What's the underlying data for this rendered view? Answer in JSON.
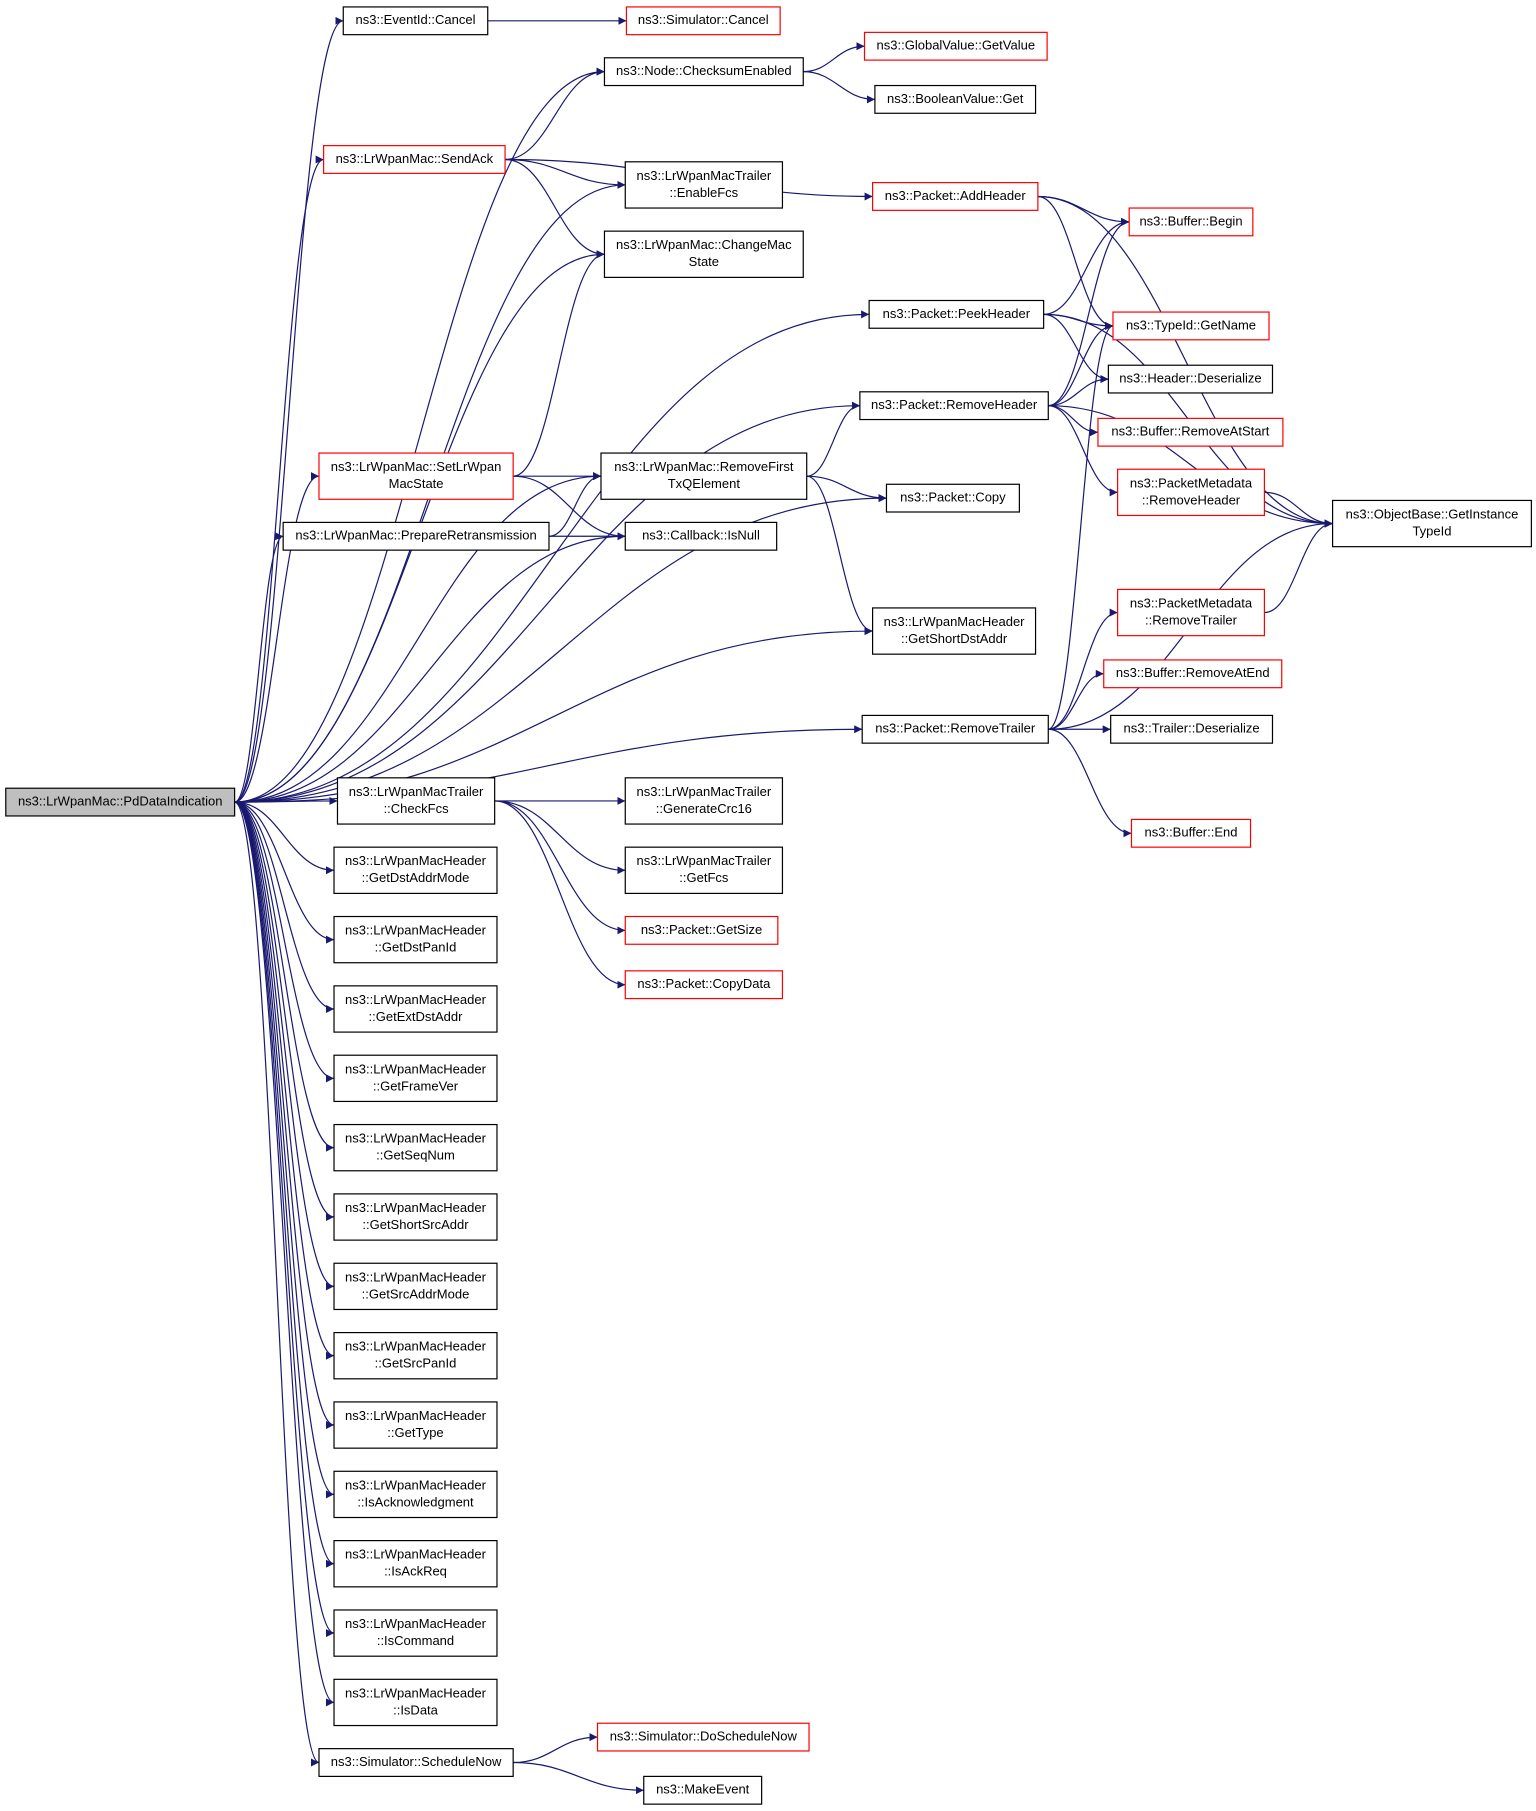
{
  "graph": {
    "nodes": [
      {
        "id": "root",
        "lines": [
          "ns3::LrWpanMac::PdDataIndication"
        ],
        "style": "root"
      },
      {
        "id": "eventid_cancel",
        "lines": [
          "ns3::EventId::Cancel"
        ],
        "style": "black"
      },
      {
        "id": "sim_cancel",
        "lines": [
          "ns3::Simulator::Cancel"
        ],
        "style": "red"
      },
      {
        "id": "node_checksum",
        "lines": [
          "ns3::Node::ChecksumEnabled"
        ],
        "style": "black"
      },
      {
        "id": "global_getvalue",
        "lines": [
          "ns3::GlobalValue::GetValue"
        ],
        "style": "red"
      },
      {
        "id": "bool_get",
        "lines": [
          "ns3::BooleanValue::Get"
        ],
        "style": "black"
      },
      {
        "id": "sendack",
        "lines": [
          "ns3::LrWpanMac::SendAck"
        ],
        "style": "red"
      },
      {
        "id": "enablefcs",
        "lines": [
          "ns3::LrWpanMacTrailer",
          "::EnableFcs"
        ],
        "style": "black"
      },
      {
        "id": "addheader",
        "lines": [
          "ns3::Packet::AddHeader"
        ],
        "style": "red"
      },
      {
        "id": "changemac",
        "lines": [
          "ns3::LrWpanMac::ChangeMac",
          "State"
        ],
        "style": "black"
      },
      {
        "id": "buf_begin",
        "lines": [
          "ns3::Buffer::Begin"
        ],
        "style": "red"
      },
      {
        "id": "peekheader",
        "lines": [
          "ns3::Packet::PeekHeader"
        ],
        "style": "black"
      },
      {
        "id": "typeid_getname",
        "lines": [
          "ns3::TypeId::GetName"
        ],
        "style": "red"
      },
      {
        "id": "header_deser",
        "lines": [
          "ns3::Header::Deserialize"
        ],
        "style": "black"
      },
      {
        "id": "removeheader",
        "lines": [
          "ns3::Packet::RemoveHeader"
        ],
        "style": "black"
      },
      {
        "id": "buf_removeatstart",
        "lines": [
          "ns3::Buffer::RemoveAtStart"
        ],
        "style": "red"
      },
      {
        "id": "setlrwpan",
        "lines": [
          "ns3::LrWpanMac::SetLrWpan",
          "MacState"
        ],
        "style": "red"
      },
      {
        "id": "removefirst",
        "lines": [
          "ns3::LrWpanMac::RemoveFirst",
          "TxQElement"
        ],
        "style": "black"
      },
      {
        "id": "pm_removeheader",
        "lines": [
          "ns3::PacketMetadata",
          "::RemoveHeader"
        ],
        "style": "red"
      },
      {
        "id": "objbase",
        "lines": [
          "ns3::ObjectBase::GetInstance",
          "TypeId"
        ],
        "style": "black"
      },
      {
        "id": "packet_copy",
        "lines": [
          "ns3::Packet::Copy"
        ],
        "style": "black"
      },
      {
        "id": "prepareretx",
        "lines": [
          "ns3::LrWpanMac::PrepareRetransmission"
        ],
        "style": "black"
      },
      {
        "id": "cb_isnull",
        "lines": [
          "ns3::Callback::IsNull"
        ],
        "style": "black"
      },
      {
        "id": "pm_removetrailer",
        "lines": [
          "ns3::PacketMetadata",
          "::RemoveTrailer"
        ],
        "style": "red"
      },
      {
        "id": "getshortdst",
        "lines": [
          "ns3::LrWpanMacHeader",
          "::GetShortDstAddr"
        ],
        "style": "black"
      },
      {
        "id": "buf_removeatend",
        "lines": [
          "ns3::Buffer::RemoveAtEnd"
        ],
        "style": "red"
      },
      {
        "id": "removetrailer",
        "lines": [
          "ns3::Packet::RemoveTrailer"
        ],
        "style": "black"
      },
      {
        "id": "trailer_deser",
        "lines": [
          "ns3::Trailer::Deserialize"
        ],
        "style": "black"
      },
      {
        "id": "checkfcs",
        "lines": [
          "ns3::LrWpanMacTrailer",
          "::CheckFcs"
        ],
        "style": "black"
      },
      {
        "id": "gencrc",
        "lines": [
          "ns3::LrWpanMacTrailer",
          "::GenerateCrc16"
        ],
        "style": "black"
      },
      {
        "id": "buf_end",
        "lines": [
          "ns3::Buffer::End"
        ],
        "style": "red"
      },
      {
        "id": "getfcs",
        "lines": [
          "ns3::LrWpanMacTrailer",
          "::GetFcs"
        ],
        "style": "black"
      },
      {
        "id": "getdstaddrmode",
        "lines": [
          "ns3::LrWpanMacHeader",
          "::GetDstAddrMode"
        ],
        "style": "black"
      },
      {
        "id": "packet_getsize",
        "lines": [
          "ns3::Packet::GetSize"
        ],
        "style": "red"
      },
      {
        "id": "getdstpanid",
        "lines": [
          "ns3::LrWpanMacHeader",
          "::GetDstPanId"
        ],
        "style": "black"
      },
      {
        "id": "packet_copydata",
        "lines": [
          "ns3::Packet::CopyData"
        ],
        "style": "red"
      },
      {
        "id": "getextdst",
        "lines": [
          "ns3::LrWpanMacHeader",
          "::GetExtDstAddr"
        ],
        "style": "black"
      },
      {
        "id": "getframever",
        "lines": [
          "ns3::LrWpanMacHeader",
          "::GetFrameVer"
        ],
        "style": "black"
      },
      {
        "id": "getseqnum",
        "lines": [
          "ns3::LrWpanMacHeader",
          "::GetSeqNum"
        ],
        "style": "black"
      },
      {
        "id": "getshortsrc",
        "lines": [
          "ns3::LrWpanMacHeader",
          "::GetShortSrcAddr"
        ],
        "style": "black"
      },
      {
        "id": "getsrcaddrmode",
        "lines": [
          "ns3::LrWpanMacHeader",
          "::GetSrcAddrMode"
        ],
        "style": "black"
      },
      {
        "id": "getsrcpanid",
        "lines": [
          "ns3::LrWpanMacHeader",
          "::GetSrcPanId"
        ],
        "style": "black"
      },
      {
        "id": "gettype",
        "lines": [
          "ns3::LrWpanMacHeader",
          "::GetType"
        ],
        "style": "black"
      },
      {
        "id": "isack",
        "lines": [
          "ns3::LrWpanMacHeader",
          "::IsAcknowledgment"
        ],
        "style": "black"
      },
      {
        "id": "isackreq",
        "lines": [
          "ns3::LrWpanMacHeader",
          "::IsAckReq"
        ],
        "style": "black"
      },
      {
        "id": "iscommand",
        "lines": [
          "ns3::LrWpanMacHeader",
          "::IsCommand"
        ],
        "style": "black"
      },
      {
        "id": "isdata",
        "lines": [
          "ns3::LrWpanMacHeader",
          "::IsData"
        ],
        "style": "black"
      },
      {
        "id": "schedulenow",
        "lines": [
          "ns3::Simulator::ScheduleNow"
        ],
        "style": "black"
      },
      {
        "id": "doschedulenow",
        "lines": [
          "ns3::Simulator::DoScheduleNow"
        ],
        "style": "red"
      },
      {
        "id": "makeevent",
        "lines": [
          "ns3::MakeEvent"
        ],
        "style": "black"
      }
    ],
    "edges": [
      [
        "root",
        "eventid_cancel"
      ],
      [
        "root",
        "node_checksum"
      ],
      [
        "root",
        "sendack"
      ],
      [
        "root",
        "enablefcs"
      ],
      [
        "root",
        "changemac"
      ],
      [
        "root",
        "peekheader"
      ],
      [
        "root",
        "removeheader"
      ],
      [
        "root",
        "removefirst"
      ],
      [
        "root",
        "setlrwpan"
      ],
      [
        "root",
        "prepareretx"
      ],
      [
        "root",
        "cb_isnull"
      ],
      [
        "root",
        "packet_copy"
      ],
      [
        "root",
        "getshortdst"
      ],
      [
        "root",
        "removetrailer"
      ],
      [
        "root",
        "checkfcs"
      ],
      [
        "root",
        "getdstaddrmode"
      ],
      [
        "root",
        "getdstpanid"
      ],
      [
        "root",
        "getextdst"
      ],
      [
        "root",
        "getframever"
      ],
      [
        "root",
        "getseqnum"
      ],
      [
        "root",
        "getshortsrc"
      ],
      [
        "root",
        "getsrcaddrmode"
      ],
      [
        "root",
        "getsrcpanid"
      ],
      [
        "root",
        "gettype"
      ],
      [
        "root",
        "isack"
      ],
      [
        "root",
        "isackreq"
      ],
      [
        "root",
        "iscommand"
      ],
      [
        "root",
        "isdata"
      ],
      [
        "root",
        "schedulenow"
      ],
      [
        "eventid_cancel",
        "sim_cancel"
      ],
      [
        "node_checksum",
        "global_getvalue"
      ],
      [
        "node_checksum",
        "bool_get"
      ],
      [
        "sendack",
        "node_checksum"
      ],
      [
        "sendack",
        "addheader"
      ],
      [
        "sendack",
        "enablefcs"
      ],
      [
        "sendack",
        "changemac"
      ],
      [
        "addheader",
        "buf_begin"
      ],
      [
        "addheader",
        "typeid_getname"
      ],
      [
        "addheader",
        "objbase"
      ],
      [
        "peekheader",
        "buf_begin"
      ],
      [
        "peekheader",
        "typeid_getname"
      ],
      [
        "peekheader",
        "header_deser"
      ],
      [
        "peekheader",
        "objbase"
      ],
      [
        "removeheader",
        "buf_begin"
      ],
      [
        "removeheader",
        "typeid_getname"
      ],
      [
        "removeheader",
        "header_deser"
      ],
      [
        "removeheader",
        "buf_removeatstart"
      ],
      [
        "removeheader",
        "pm_removeheader"
      ],
      [
        "removeheader",
        "objbase"
      ],
      [
        "pm_removeheader",
        "objbase"
      ],
      [
        "setlrwpan",
        "changemac"
      ],
      [
        "setlrwpan",
        "removefirst"
      ],
      [
        "setlrwpan",
        "cb_isnull"
      ],
      [
        "removefirst",
        "removeheader"
      ],
      [
        "removefirst",
        "packet_copy"
      ],
      [
        "removefirst",
        "getshortdst"
      ],
      [
        "prepareretx",
        "removefirst"
      ],
      [
        "prepareretx",
        "cb_isnull"
      ],
      [
        "removetrailer",
        "typeid_getname"
      ],
      [
        "removetrailer",
        "pm_removetrailer"
      ],
      [
        "removetrailer",
        "buf_removeatend"
      ],
      [
        "removetrailer",
        "trailer_deser"
      ],
      [
        "removetrailer",
        "objbase"
      ],
      [
        "removetrailer",
        "buf_end"
      ],
      [
        "pm_removetrailer",
        "objbase"
      ],
      [
        "checkfcs",
        "gencrc"
      ],
      [
        "checkfcs",
        "getfcs"
      ],
      [
        "checkfcs",
        "packet_getsize"
      ],
      [
        "checkfcs",
        "packet_copydata"
      ],
      [
        "schedulenow",
        "doschedulenow"
      ],
      [
        "schedulenow",
        "makeevent"
      ]
    ]
  }
}
